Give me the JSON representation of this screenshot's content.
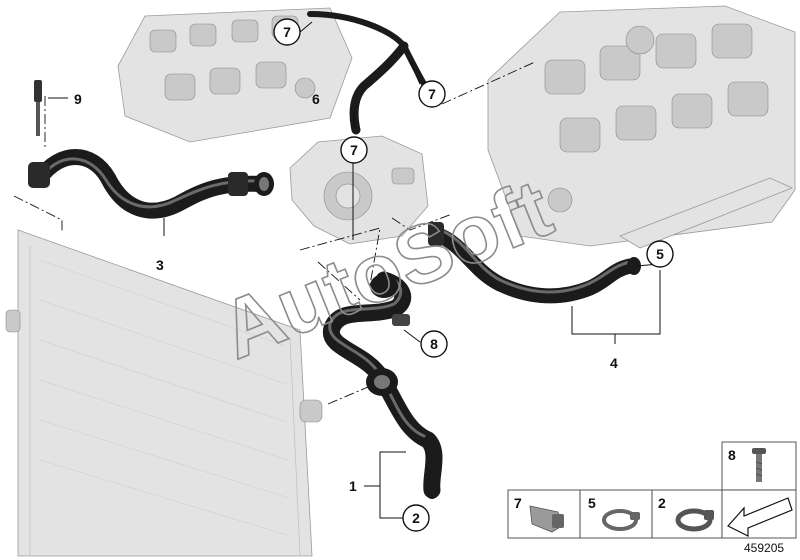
{
  "diagram": {
    "callouts": [
      {
        "id": "7a",
        "label": "7"
      },
      {
        "id": "7b",
        "label": "7"
      },
      {
        "id": "7c",
        "label": "7"
      },
      {
        "id": "5",
        "label": "5"
      },
      {
        "id": "8",
        "label": "8"
      },
      {
        "id": "2",
        "label": "2"
      }
    ],
    "plain_labels": [
      {
        "id": "9",
        "label": "9"
      },
      {
        "id": "6",
        "label": "6"
      },
      {
        "id": "3",
        "label": "3"
      },
      {
        "id": "4",
        "label": "4"
      },
      {
        "id": "1",
        "label": "1"
      }
    ],
    "legend": [
      {
        "id": "legend-8",
        "label": "8",
        "part": "bolt"
      },
      {
        "id": "legend-7",
        "label": "7",
        "part": "clip"
      },
      {
        "id": "legend-5",
        "label": "5",
        "part": "hose-clamp"
      },
      {
        "id": "legend-2",
        "label": "2",
        "part": "hose-clamp"
      },
      {
        "id": "legend-arrow",
        "label": "",
        "part": "arrow"
      }
    ],
    "diagram_number": "459205",
    "watermark": "AutoSoft"
  }
}
